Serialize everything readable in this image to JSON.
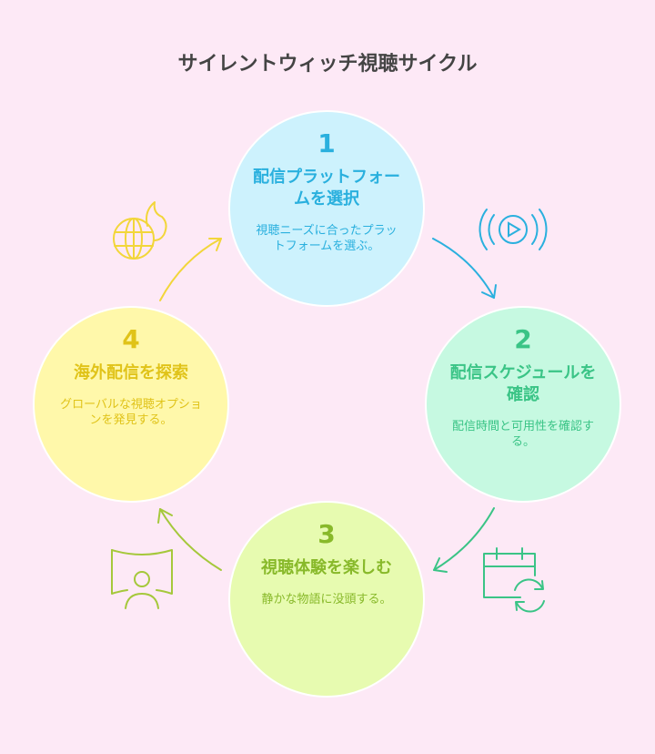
{
  "title": "サイレントウィッチ視聴サイクル",
  "steps": [
    {
      "number": "1",
      "heading": "配信プラットフォームを選択",
      "description": "視聴ニーズに合ったプラットフォームを選ぶ。",
      "icon": "play-signal-icon"
    },
    {
      "number": "2",
      "heading": "配信スケジュールを確認",
      "description": "配信時間と可用性を確認する。",
      "icon": "calendar-refresh-icon"
    },
    {
      "number": "3",
      "heading": "視聴体験を楽しむ",
      "description": "静かな物語に没頭する。",
      "icon": "panorama-viewer-icon"
    },
    {
      "number": "4",
      "heading": "海外配信を探索",
      "description": "グローバルな視聴オプションを発見する。",
      "icon": "globe-fire-icon"
    }
  ],
  "colors": {
    "background": "#fde9f6",
    "step1": "#2ab0de",
    "step2": "#3ac486",
    "step3": "#88b92a",
    "step4": "#e0c319"
  }
}
